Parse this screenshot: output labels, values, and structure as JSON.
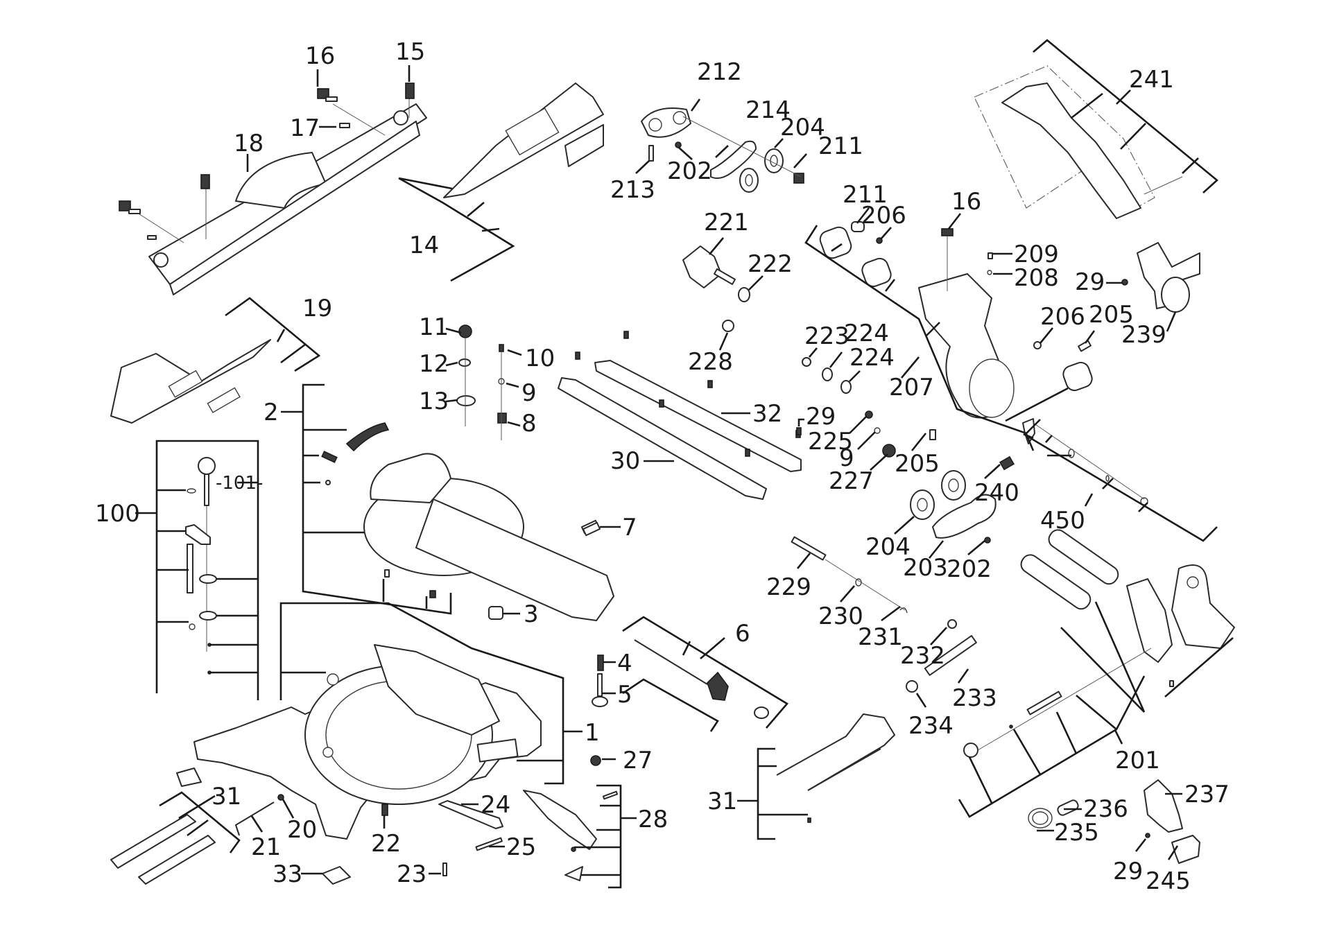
{
  "diagram": {
    "title": "Sliding compound miter saw – exploded parts diagram",
    "labels": [
      {
        "id": "l1",
        "text": "1"
      },
      {
        "id": "l2",
        "text": "2"
      },
      {
        "id": "l3",
        "text": "3"
      },
      {
        "id": "l4",
        "text": "4"
      },
      {
        "id": "l5",
        "text": "5"
      },
      {
        "id": "l6",
        "text": "6"
      },
      {
        "id": "l7",
        "text": "7"
      },
      {
        "id": "l8",
        "text": "8"
      },
      {
        "id": "l9a",
        "text": "9"
      },
      {
        "id": "l9b",
        "text": "9"
      },
      {
        "id": "l10",
        "text": "10"
      },
      {
        "id": "l11",
        "text": "11"
      },
      {
        "id": "l12",
        "text": "12"
      },
      {
        "id": "l13",
        "text": "13"
      },
      {
        "id": "l14",
        "text": "14"
      },
      {
        "id": "l15",
        "text": "15"
      },
      {
        "id": "l16a",
        "text": "16"
      },
      {
        "id": "l16b",
        "text": "16"
      },
      {
        "id": "l17",
        "text": "17"
      },
      {
        "id": "l18",
        "text": "18"
      },
      {
        "id": "l19",
        "text": "19"
      },
      {
        "id": "l20",
        "text": "20"
      },
      {
        "id": "l21",
        "text": "21"
      },
      {
        "id": "l22",
        "text": "22"
      },
      {
        "id": "l23",
        "text": "23"
      },
      {
        "id": "l24",
        "text": "24"
      },
      {
        "id": "l25",
        "text": "25"
      },
      {
        "id": "l27",
        "text": "27"
      },
      {
        "id": "l28",
        "text": "28"
      },
      {
        "id": "l29a",
        "text": "29"
      },
      {
        "id": "l29b",
        "text": "29"
      },
      {
        "id": "l29c",
        "text": "29"
      },
      {
        "id": "l30",
        "text": "30"
      },
      {
        "id": "l31a",
        "text": "31"
      },
      {
        "id": "l31b",
        "text": "31"
      },
      {
        "id": "l32",
        "text": "32"
      },
      {
        "id": "l33",
        "text": "33"
      },
      {
        "id": "l100",
        "text": "100"
      },
      {
        "id": "l101",
        "text": "-101-"
      },
      {
        "id": "l201",
        "text": "201"
      },
      {
        "id": "l202a",
        "text": "202"
      },
      {
        "id": "l202b",
        "text": "202"
      },
      {
        "id": "l203",
        "text": "203"
      },
      {
        "id": "l204a",
        "text": "204"
      },
      {
        "id": "l204b",
        "text": "204"
      },
      {
        "id": "l205a",
        "text": "205"
      },
      {
        "id": "l205b",
        "text": "205"
      },
      {
        "id": "l206a",
        "text": "206"
      },
      {
        "id": "l206b",
        "text": "206"
      },
      {
        "id": "l207",
        "text": "207"
      },
      {
        "id": "l208",
        "text": "208"
      },
      {
        "id": "l209",
        "text": "209"
      },
      {
        "id": "l211a",
        "text": "211"
      },
      {
        "id": "l211b",
        "text": "211"
      },
      {
        "id": "l212",
        "text": "212"
      },
      {
        "id": "l213",
        "text": "213"
      },
      {
        "id": "l214",
        "text": "214"
      },
      {
        "id": "l221",
        "text": "221"
      },
      {
        "id": "l222",
        "text": "222"
      },
      {
        "id": "l223",
        "text": "223"
      },
      {
        "id": "l224a",
        "text": "224"
      },
      {
        "id": "l224b",
        "text": "224"
      },
      {
        "id": "l225",
        "text": "225"
      },
      {
        "id": "l227",
        "text": "227"
      },
      {
        "id": "l228",
        "text": "228"
      },
      {
        "id": "l229",
        "text": "229"
      },
      {
        "id": "l230",
        "text": "230"
      },
      {
        "id": "l231",
        "text": "231"
      },
      {
        "id": "l232",
        "text": "232"
      },
      {
        "id": "l233",
        "text": "233"
      },
      {
        "id": "l234",
        "text": "234"
      },
      {
        "id": "l235",
        "text": "235"
      },
      {
        "id": "l236",
        "text": "236"
      },
      {
        "id": "l237",
        "text": "237"
      },
      {
        "id": "l239",
        "text": "239"
      },
      {
        "id": "l240",
        "text": "240"
      },
      {
        "id": "l241",
        "text": "241"
      },
      {
        "id": "l245",
        "text": "245"
      },
      {
        "id": "l450",
        "text": "450"
      }
    ]
  }
}
